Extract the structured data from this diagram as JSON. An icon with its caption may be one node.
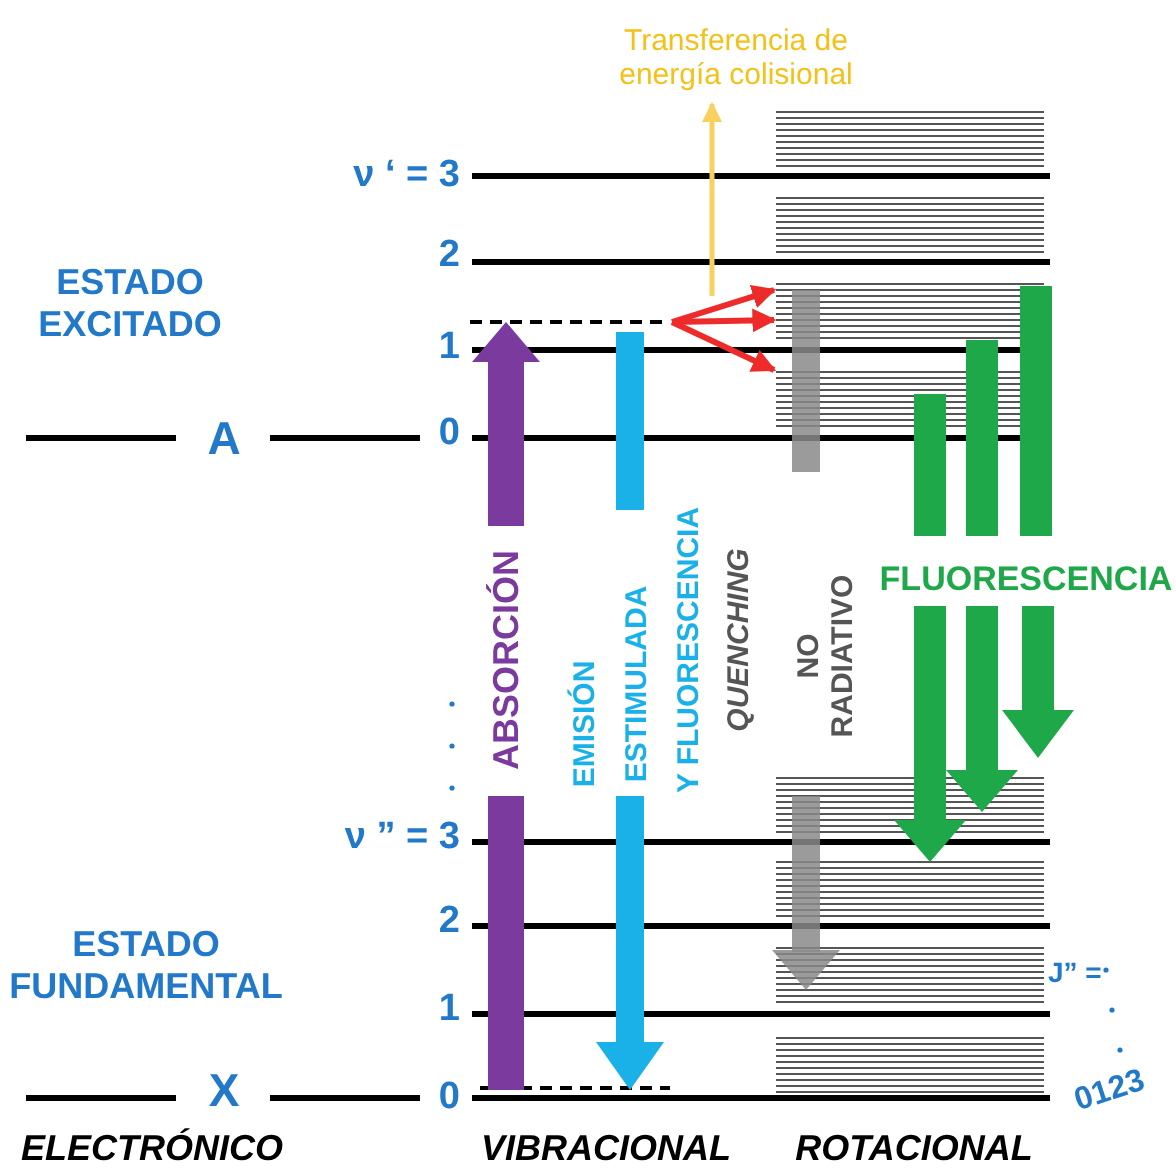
{
  "diagram": {
    "labels": [
      "Transferencia de energía colisional",
      "ν ‘ = 3",
      "2",
      "ESTADO EXCITADO",
      "1",
      "A",
      "0",
      "ABSORCIÓN",
      "EMISIÓN",
      "ESTIMULADA",
      "Y FLUORESCENCIA",
      "QUENCHING",
      "NO RADIATIVO",
      "FLUORESCENCIA",
      "ν ” = 3",
      "2",
      "ESTADO FUNDAMENTAL",
      "1",
      "J” =",
      "X",
      "0",
      "0123",
      "ELECTRÓNICO",
      "VIBRACIONAL",
      "ROTACIONAL"
    ]
  }
}
